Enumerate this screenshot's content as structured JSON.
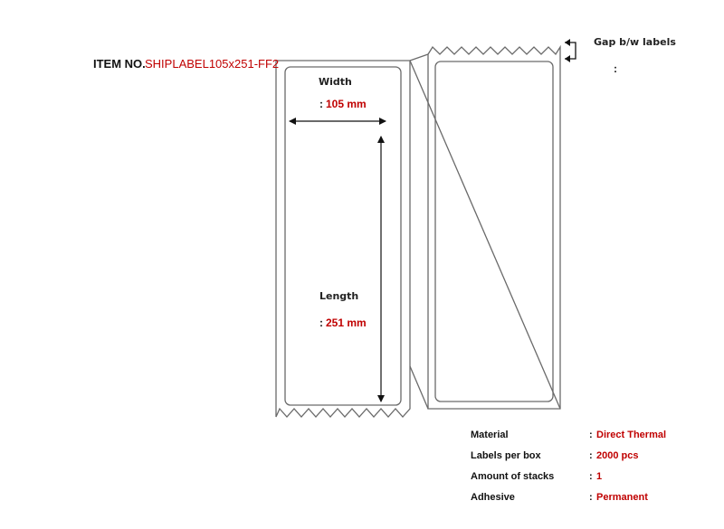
{
  "item": {
    "label": "ITEM NO.",
    "code": "SHIPLABEL105x251-FF2"
  },
  "dimensions": {
    "width_label": "Width",
    "width_value": "105 mm",
    "length_label": "Length",
    "length_value": "251 mm",
    "separator": ":"
  },
  "gap": {
    "label": "Gap b/w labels",
    "value": ""
  },
  "specs": [
    {
      "label": "Material",
      "value": "Direct Thermal"
    },
    {
      "label": "Labels per box",
      "value": "2000 pcs"
    },
    {
      "label": "Amount of stacks",
      "value": "1"
    },
    {
      "label": "Adhesive",
      "value": "Permanent"
    }
  ],
  "colors": {
    "accent": "#c00000",
    "line": "#555555"
  }
}
